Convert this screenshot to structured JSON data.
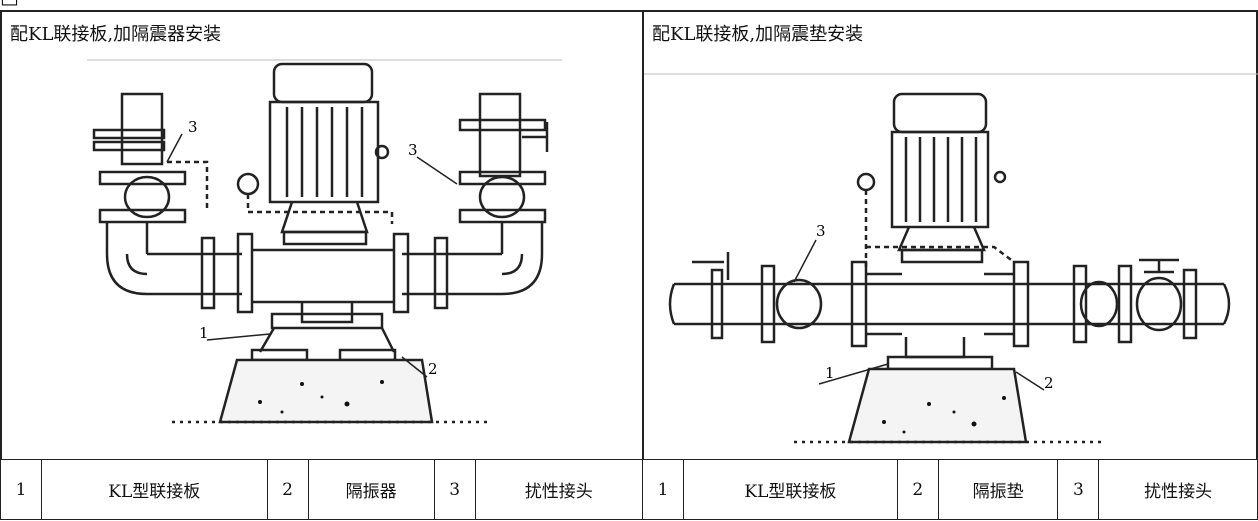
{
  "panels": [
    {
      "title": "配KL联接板,加隔震器安装",
      "legend": [
        {
          "num": "1",
          "label": "KL型联接板"
        },
        {
          "num": "2",
          "label": "隔振器"
        },
        {
          "num": "3",
          "label": "扰性接头"
        }
      ],
      "callouts": [
        "3",
        "3",
        "1",
        "2"
      ]
    },
    {
      "title": "配KL联接板,加隔震垫安装",
      "legend": [
        {
          "num": "1",
          "label": "KL型联接板"
        },
        {
          "num": "2",
          "label": "隔振垫"
        },
        {
          "num": "3",
          "label": "扰性接头"
        }
      ],
      "callouts": [
        "3",
        "1",
        "2"
      ]
    }
  ]
}
